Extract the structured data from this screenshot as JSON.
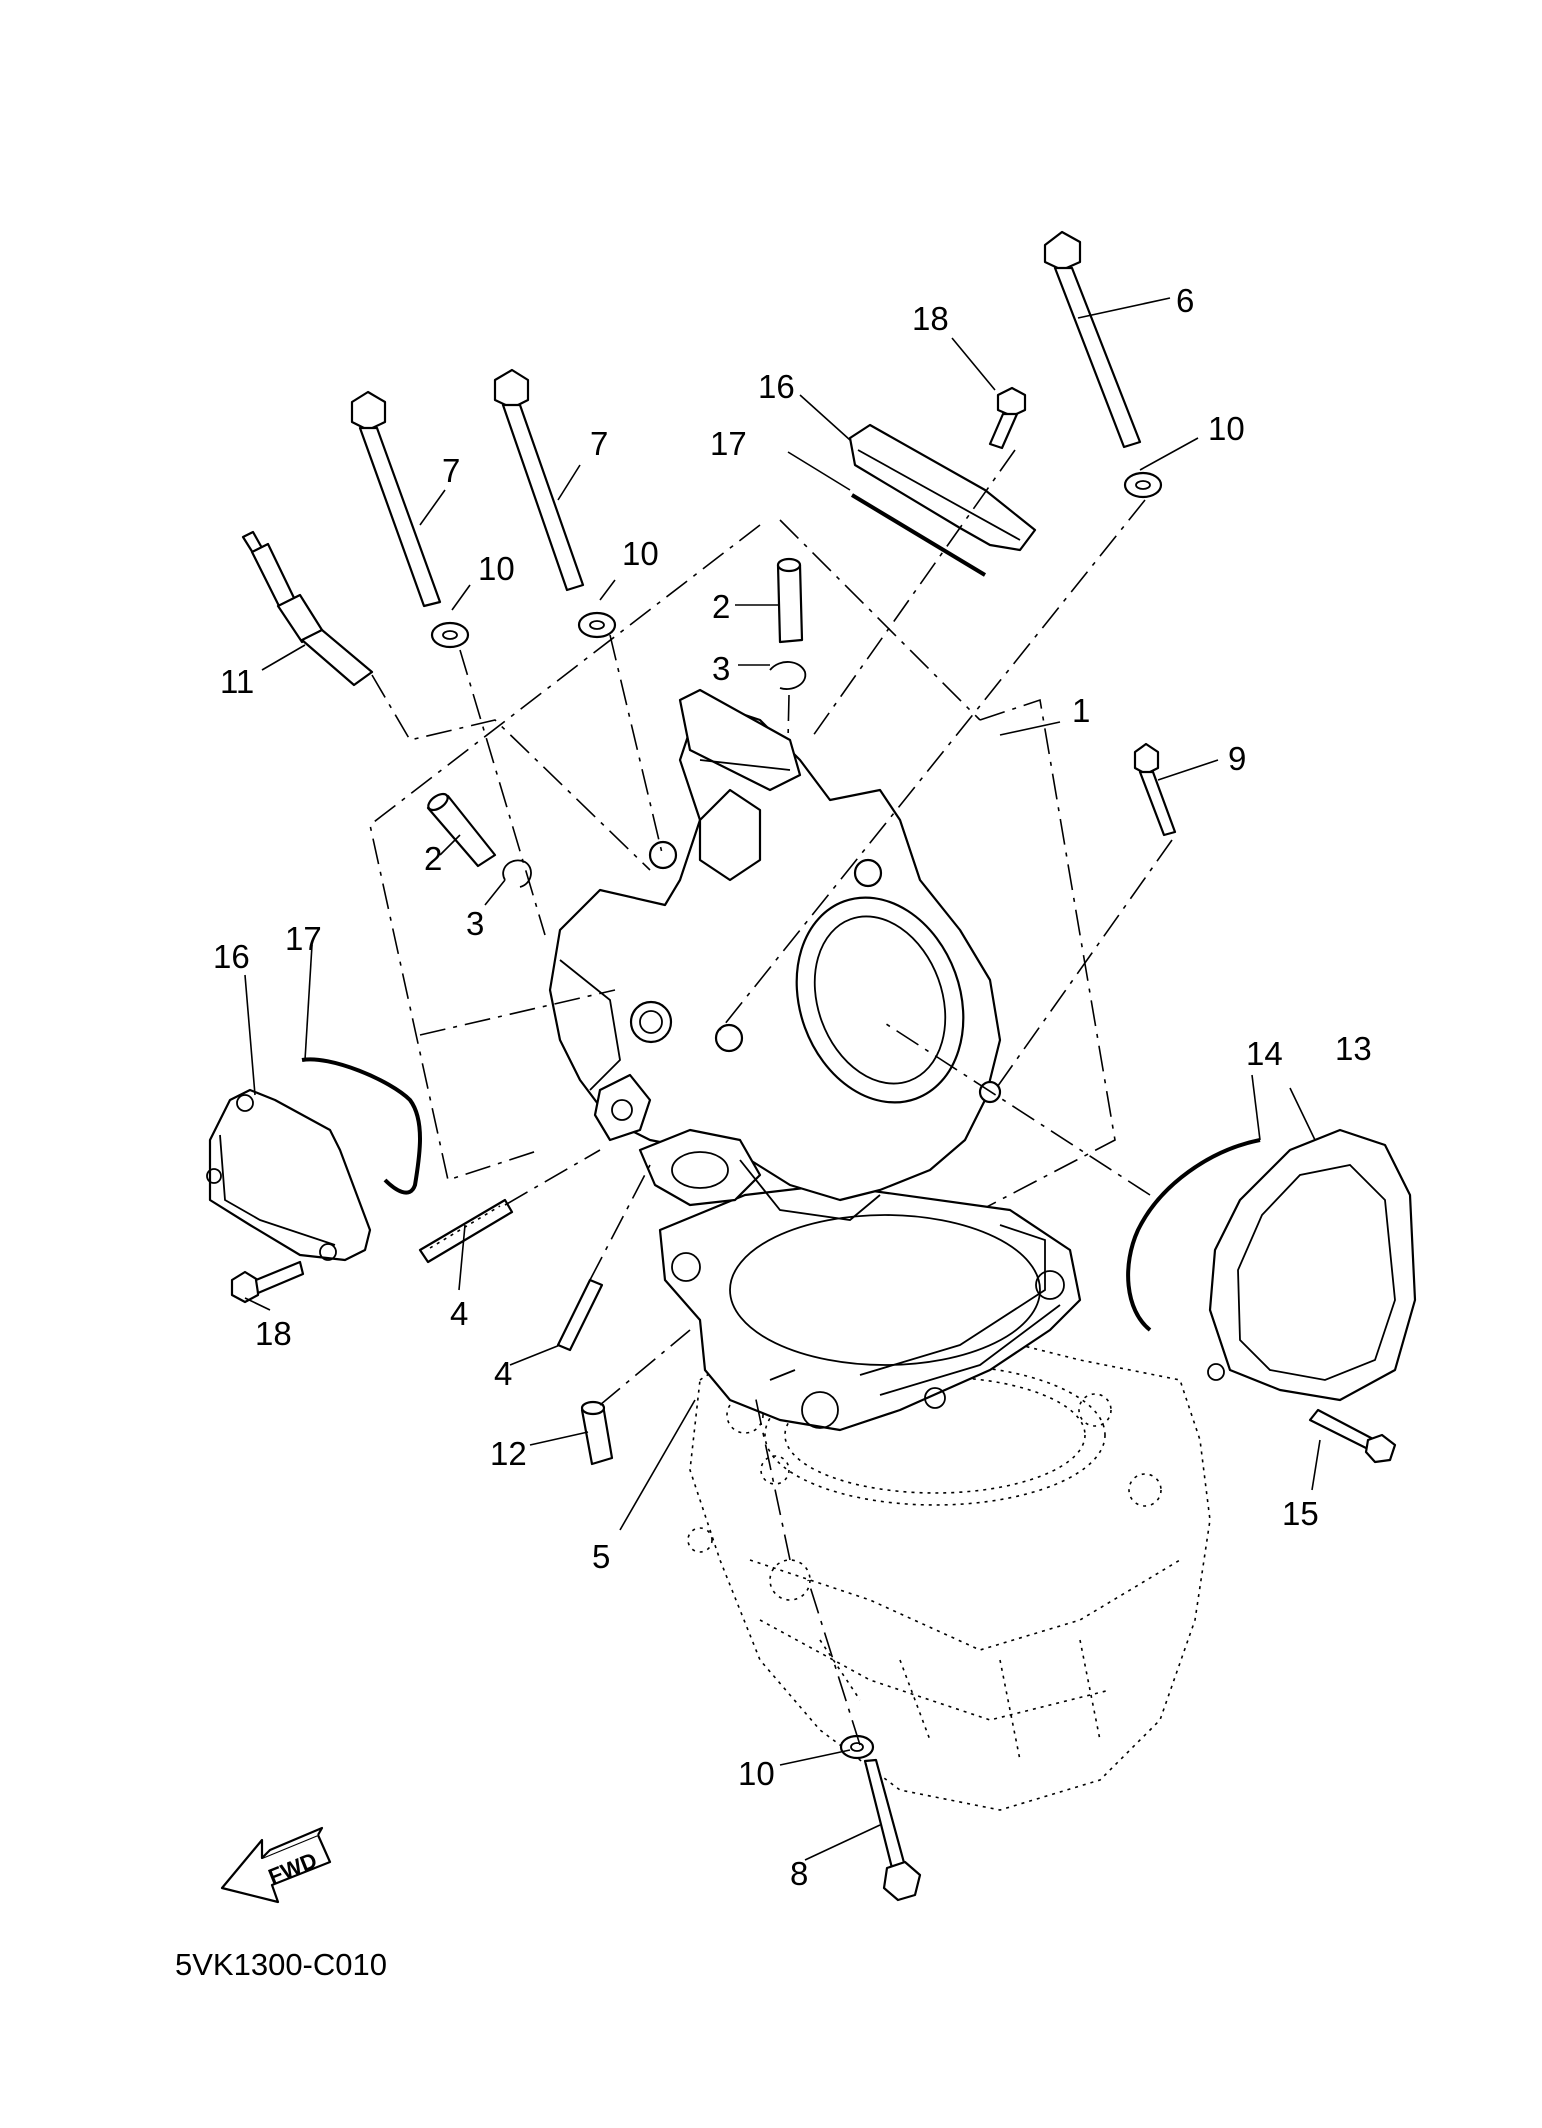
{
  "diagram_code": "5VK1300-C010",
  "fwd_label": "FWD",
  "callouts": [
    {
      "id": "c1",
      "text": "1"
    },
    {
      "id": "c2a",
      "text": "2"
    },
    {
      "id": "c2b",
      "text": "2"
    },
    {
      "id": "c3a",
      "text": "3"
    },
    {
      "id": "c3b",
      "text": "3"
    },
    {
      "id": "c4a",
      "text": "4"
    },
    {
      "id": "c4b",
      "text": "4"
    },
    {
      "id": "c5",
      "text": "5"
    },
    {
      "id": "c6",
      "text": "6"
    },
    {
      "id": "c7a",
      "text": "7"
    },
    {
      "id": "c7b",
      "text": "7"
    },
    {
      "id": "c8",
      "text": "8"
    },
    {
      "id": "c9",
      "text": "9"
    },
    {
      "id": "c10a",
      "text": "10"
    },
    {
      "id": "c10b",
      "text": "10"
    },
    {
      "id": "c10c",
      "text": "10"
    },
    {
      "id": "c10d",
      "text": "10"
    },
    {
      "id": "c11",
      "text": "11"
    },
    {
      "id": "c12",
      "text": "12"
    },
    {
      "id": "c13",
      "text": "13"
    },
    {
      "id": "c14",
      "text": "14"
    },
    {
      "id": "c15",
      "text": "15"
    },
    {
      "id": "c16a",
      "text": "16"
    },
    {
      "id": "c16b",
      "text": "16"
    },
    {
      "id": "c17a",
      "text": "17"
    },
    {
      "id": "c17b",
      "text": "17"
    },
    {
      "id": "c18a",
      "text": "18"
    },
    {
      "id": "c18b",
      "text": "18"
    }
  ]
}
